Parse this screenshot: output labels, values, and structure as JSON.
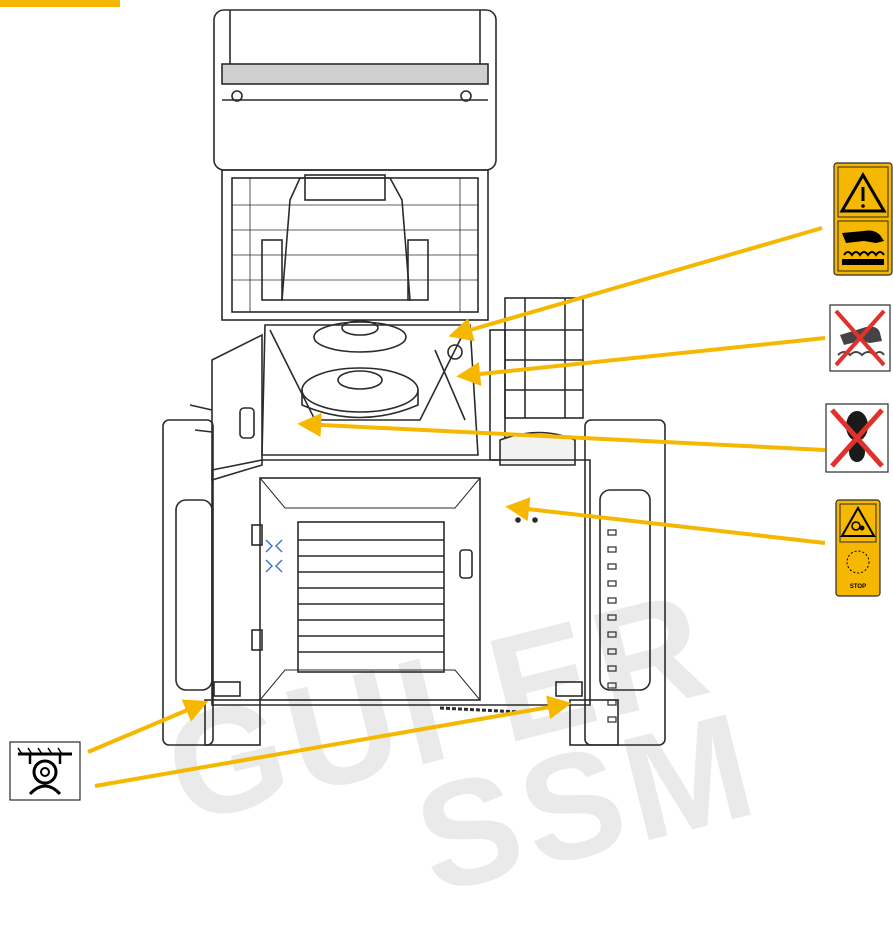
{
  "diagram": {
    "labels": {
      "stop_label": "STOP"
    },
    "colors": {
      "arrow": "#f5b700",
      "sign_yellow": "#f5b700",
      "line": "#2b2b2b",
      "prohibit_red": "#e0312b",
      "watermark": "#d9d9d9"
    },
    "watermarks": {
      "line1": "GUI ER",
      "line2": "SSM"
    },
    "icons": [
      "hot-surface-warning-icon",
      "no-hand-contact-icon",
      "no-step-icon",
      "rotating-parts-stop-icon",
      "tie-down-point-icon"
    ]
  }
}
